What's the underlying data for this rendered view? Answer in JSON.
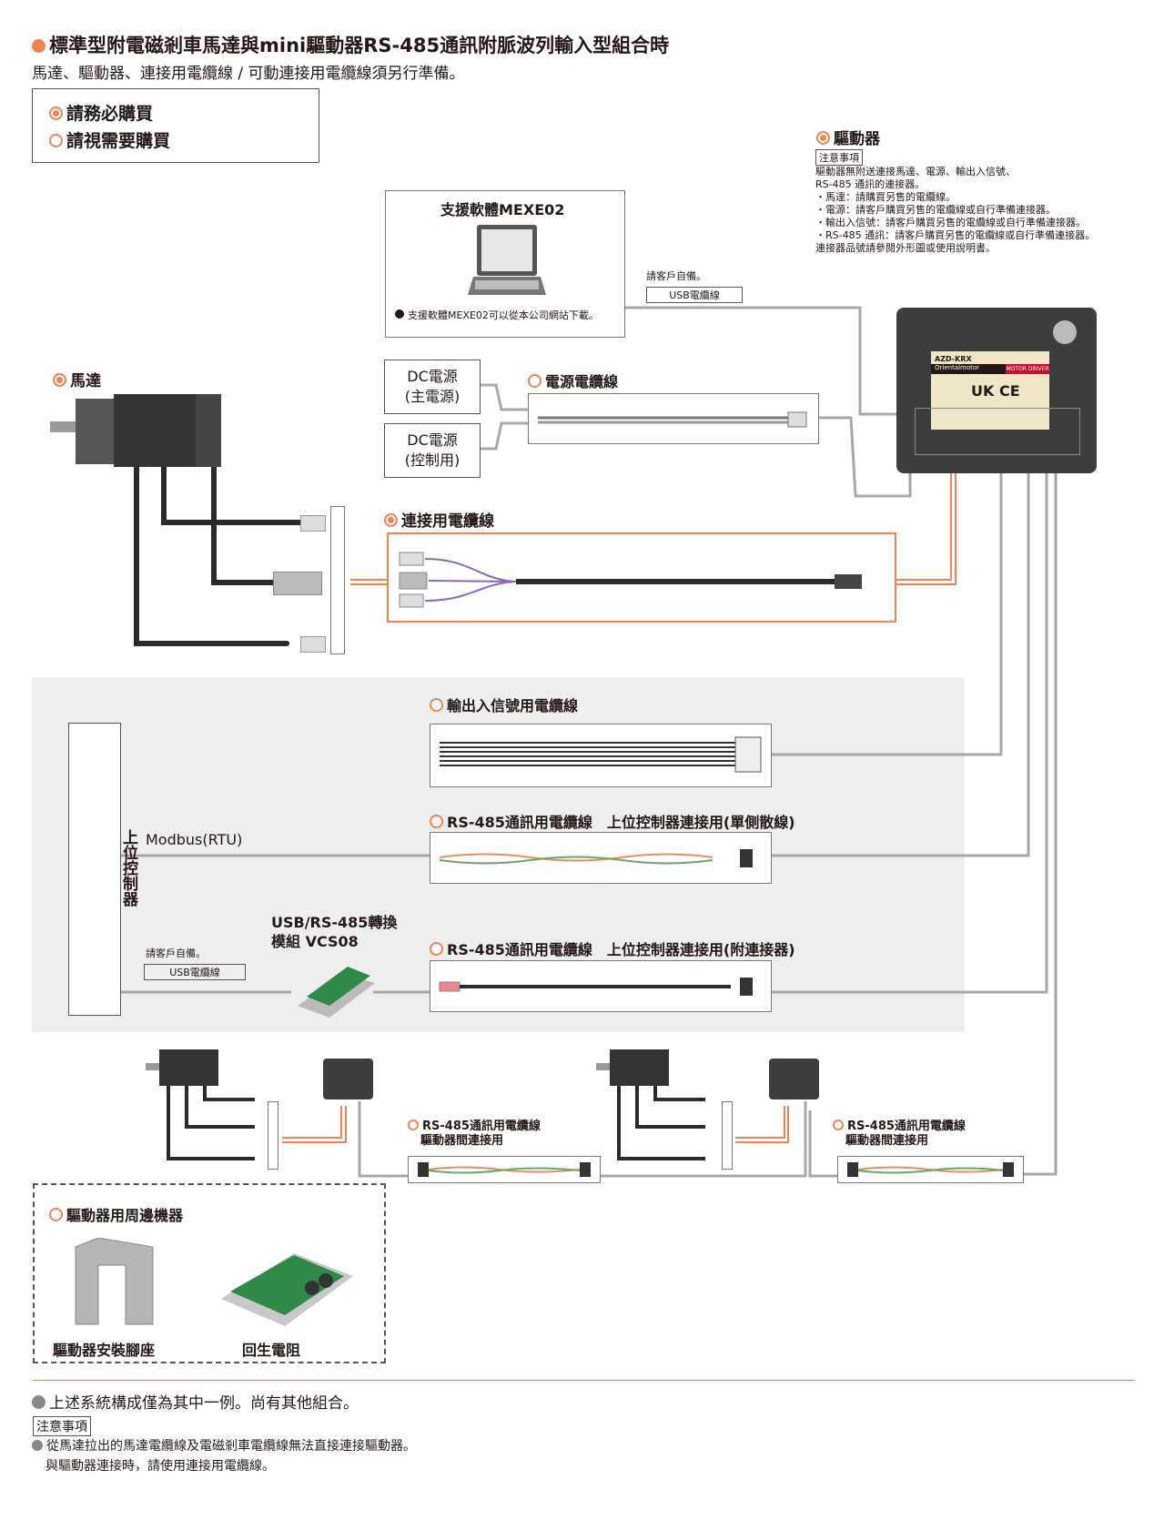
{
  "title": "標準型附電磁剎車馬達與mini驅動器RS-485通訊附脈波列輸入型組合時",
  "subtitle": "馬達、驅動器、連接用電纜線 / 可動連接用電纜線須另行準備。",
  "legend": {
    "required": "請務必購買",
    "optional": "請視需要購買"
  },
  "driver": {
    "label": "驅動器",
    "note_tag": "注意事項",
    "notes": [
      "驅動器無附送連接馬達、電源、輸出入信號、",
      "RS-485 通訊的連接器。",
      "・馬達：請購買另售的電纜線。",
      "・電源：請客戶購買另售的電纜線或自行準備連接器。",
      "・輸出入信號：請客戶購買另售的電纜線或自行準備連接器。",
      "・RS-485 通訊：請客戶購買另售的電纜線或自行準備連接器。",
      "連接器品號請參閱外形圖或使用說明書。"
    ],
    "model": "AZD-KRX",
    "brand": "Orientalmotor",
    "type": "MOTOR DRIVER"
  },
  "software": {
    "label": "支援軟體MEXE02",
    "note": "支援軟體MEXE02可以從本公司網站下載。"
  },
  "usb_top": {
    "note": "請客戶自備。",
    "tag": "USB電纜線"
  },
  "motor": {
    "label": "馬達"
  },
  "dc_main": {
    "line1": "DC電源",
    "line2": "(主電源)"
  },
  "dc_ctrl": {
    "line1": "DC電源",
    "line2": "(控制用)"
  },
  "power_cable": {
    "label": "電源電纜線"
  },
  "conn_cable": {
    "label": "連接用電纜線"
  },
  "io_cable": {
    "label": "輸出入信號用電纜線"
  },
  "rs485_single": {
    "label": "RS-485通訊用電纜線　上位控制器連接用(單側散線)"
  },
  "modbus": {
    "label": "Modbus(RTU)"
  },
  "host": {
    "label": "上位控制器"
  },
  "converter": {
    "line1": "USB/RS-485轉換",
    "line2": "模組 VCS08"
  },
  "usb_bottom": {
    "note": "請客戶自備。",
    "tag": "USB電纜線"
  },
  "rs485_conn": {
    "label": "RS-485通訊用電纜線　上位控制器連接用(附連接器)"
  },
  "rs485_between1": {
    "line1": "RS-485通訊用電纜線",
    "line2": "驅動器間連接用"
  },
  "rs485_between2": {
    "line1": "RS-485通訊用電纜線",
    "line2": "驅動器間連接用"
  },
  "peripheral": {
    "label": "驅動器用周邊機器",
    "bracket": "驅動器安裝腳座",
    "resistor": "回生電阻"
  },
  "footer": {
    "line1": "上述系統構成僅為其中一例。尚有其他組合。",
    "tag": "注意事項",
    "note1": "從馬達拉出的馬達電纜線及電磁剎車電纜線無法直接連接驅動器。",
    "note2": "與驅動器連接時，請使用連接用電纜線。"
  },
  "colors": {
    "accent": "#f08350",
    "line": "#999999",
    "panel": "#eeeeef"
  }
}
